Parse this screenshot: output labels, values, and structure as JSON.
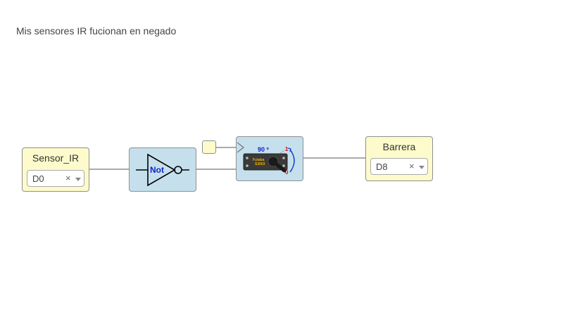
{
  "comment": "Mis sensores IR fucionan en negado",
  "blocks": {
    "sensor": {
      "name": "Sensor_IR",
      "pin": "D0",
      "clear": "×"
    },
    "not_gate": {
      "label": "Not"
    },
    "servo": {
      "angle_label": "90 º",
      "brand": "Futaba",
      "model": "S3003",
      "high": "1",
      "low": "0"
    },
    "barrier": {
      "name": "Barrera",
      "pin": "D8",
      "clear": "×"
    }
  },
  "colors": {
    "io_block": "#fdfbcb",
    "logic_block": "#c5e0ec",
    "wire": "#777777",
    "not_label": "#1122cc"
  }
}
